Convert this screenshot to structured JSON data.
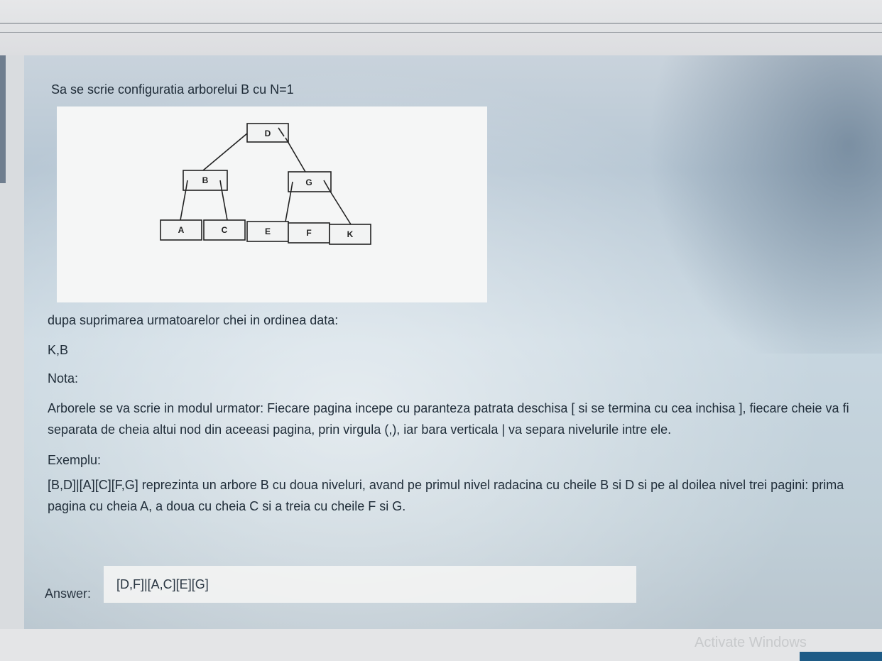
{
  "question": {
    "title": "Sa se scrie configuratia arborelui B cu N=1",
    "tree": {
      "root": "D",
      "level2": [
        "B",
        "G"
      ],
      "leaves": [
        "A",
        "C",
        "E",
        "F",
        "K"
      ]
    },
    "after": "dupa suprimarea urmatoarelor chei in ordinea data:",
    "keys": "K,B",
    "note_label": "Nota:",
    "note_text": "Arborele se va scrie in modul urmator: Fiecare pagina incepe cu paranteza patrata deschisa [ si se termina cu cea inchisa ], fiecare cheie va fi separata de cheia altui nod din aceeasi pagina, prin virgula (,), iar bara verticala | va separa nivelurile intre ele.",
    "example_label": "Exemplu:",
    "example_text": "[B,D]|[A][C][F,G] reprezinta un arbore B cu doua niveluri, avand pe primul nivel radacina cu cheile B si D si pe al doilea nivel trei pagini: prima pagina cu cheia A, a doua cu cheia C si a treia cu cheile F si G."
  },
  "answer": {
    "label": "Answer:",
    "value": "[D,F]|[A,C][E][G]"
  },
  "system": {
    "watermark": "Activate Windows"
  }
}
